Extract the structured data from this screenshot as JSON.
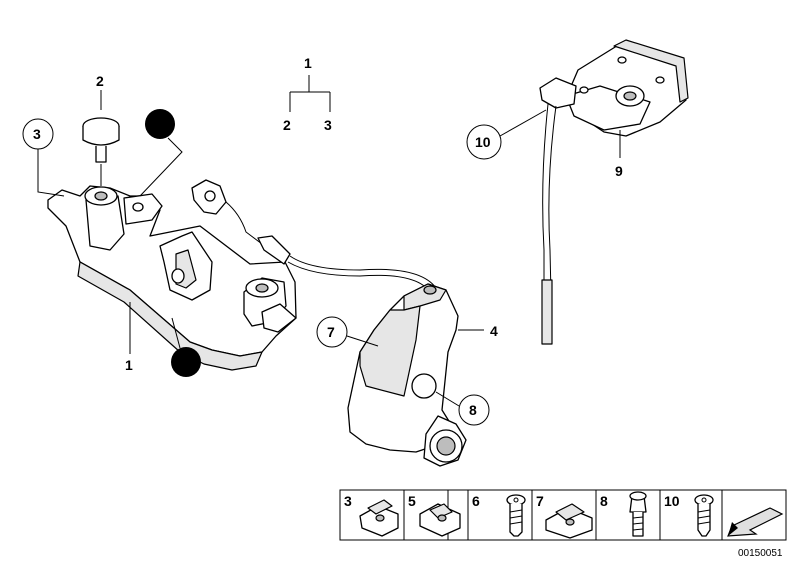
{
  "diagram": {
    "callouts": {
      "c1_top": "1",
      "c2_tree": "2",
      "c3_tree": "3",
      "c2_cap": "2",
      "c3_circle": "3",
      "c1_bottom": "1",
      "c7": "7",
      "c4": "4",
      "c8": "8",
      "c10": "10",
      "c9": "9"
    },
    "legend": [
      {
        "num": "3",
        "icon": "clip-nut-icon"
      },
      {
        "num": "5",
        "icon": "clip-nut-icon"
      },
      {
        "num": "6",
        "icon": "torx-screw-icon"
      },
      {
        "num": "7",
        "icon": "clip-nut-icon"
      },
      {
        "num": "8",
        "icon": "hex-socket-bolt-icon"
      },
      {
        "num": "10",
        "icon": "torx-screw-icon"
      }
    ],
    "reference_code": "00150051"
  }
}
